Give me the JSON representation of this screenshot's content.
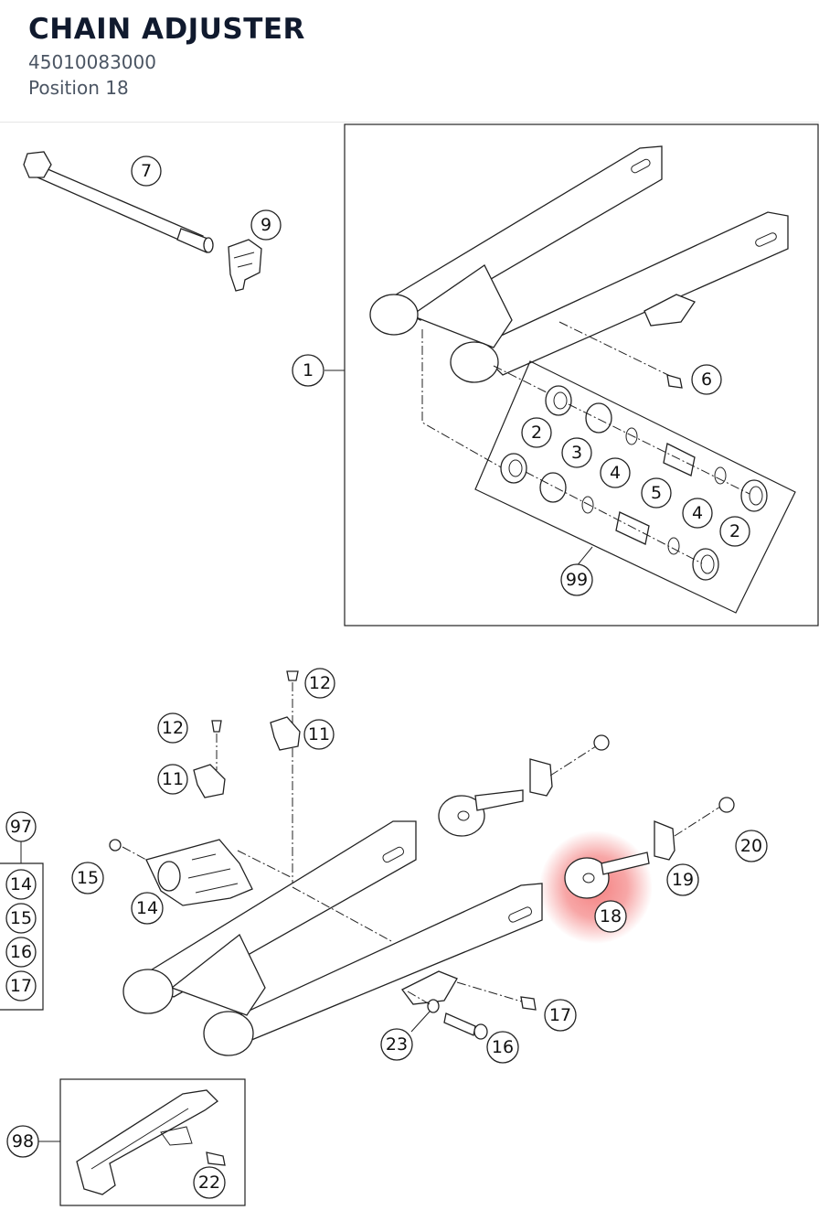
{
  "header": {
    "title": "CHAIN ADJUSTER",
    "part_number": "45010083000",
    "position": "Position 18"
  },
  "highlight": {
    "label": "18",
    "color": "#f26b6b"
  },
  "callouts": {
    "c7": "7",
    "c9": "9",
    "c1": "1",
    "c6": "6",
    "c2a": "2",
    "c3": "3",
    "c4a": "4",
    "c5": "5",
    "c4b": "4",
    "c2b": "2",
    "c99": "99",
    "c12a": "12",
    "c11a": "11",
    "c12b": "12",
    "c11b": "11",
    "c20": "20",
    "c19": "19",
    "c18": "18",
    "c97": "97",
    "c14g": "14",
    "c15g": "15",
    "c16g": "16",
    "c17g": "17",
    "c15": "15",
    "c14": "14",
    "c17": "17",
    "c16": "16",
    "c23": "23",
    "c98": "98",
    "c22": "22"
  }
}
